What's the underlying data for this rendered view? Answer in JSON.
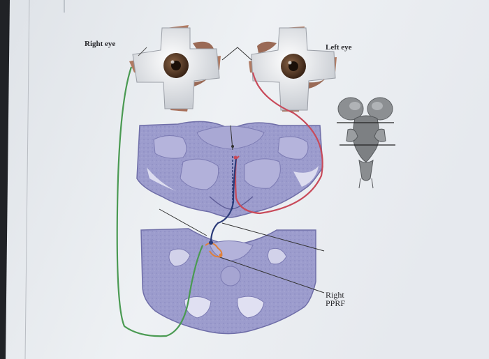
{
  "labels": {
    "right_eye": "Right eye",
    "left_eye": "Left eye",
    "pprf_line1": "Right",
    "pprf_line2": "PPRF"
  },
  "colors": {
    "paper": "#e9ecef",
    "tissue": "#9c9ccd",
    "tissue_dark": "#6f6ea8",
    "muscle": "#b07a62",
    "sclera": "#eef0f2",
    "iris": "#6a4a36",
    "green_path": "#4a9a52",
    "red_path": "#c84a5a",
    "blue_path": "#2a3a78",
    "orange_path": "#e0803a"
  },
  "icons": [
    "right-eyeball-icon",
    "left-eyeball-icon",
    "brainstem-icon"
  ]
}
